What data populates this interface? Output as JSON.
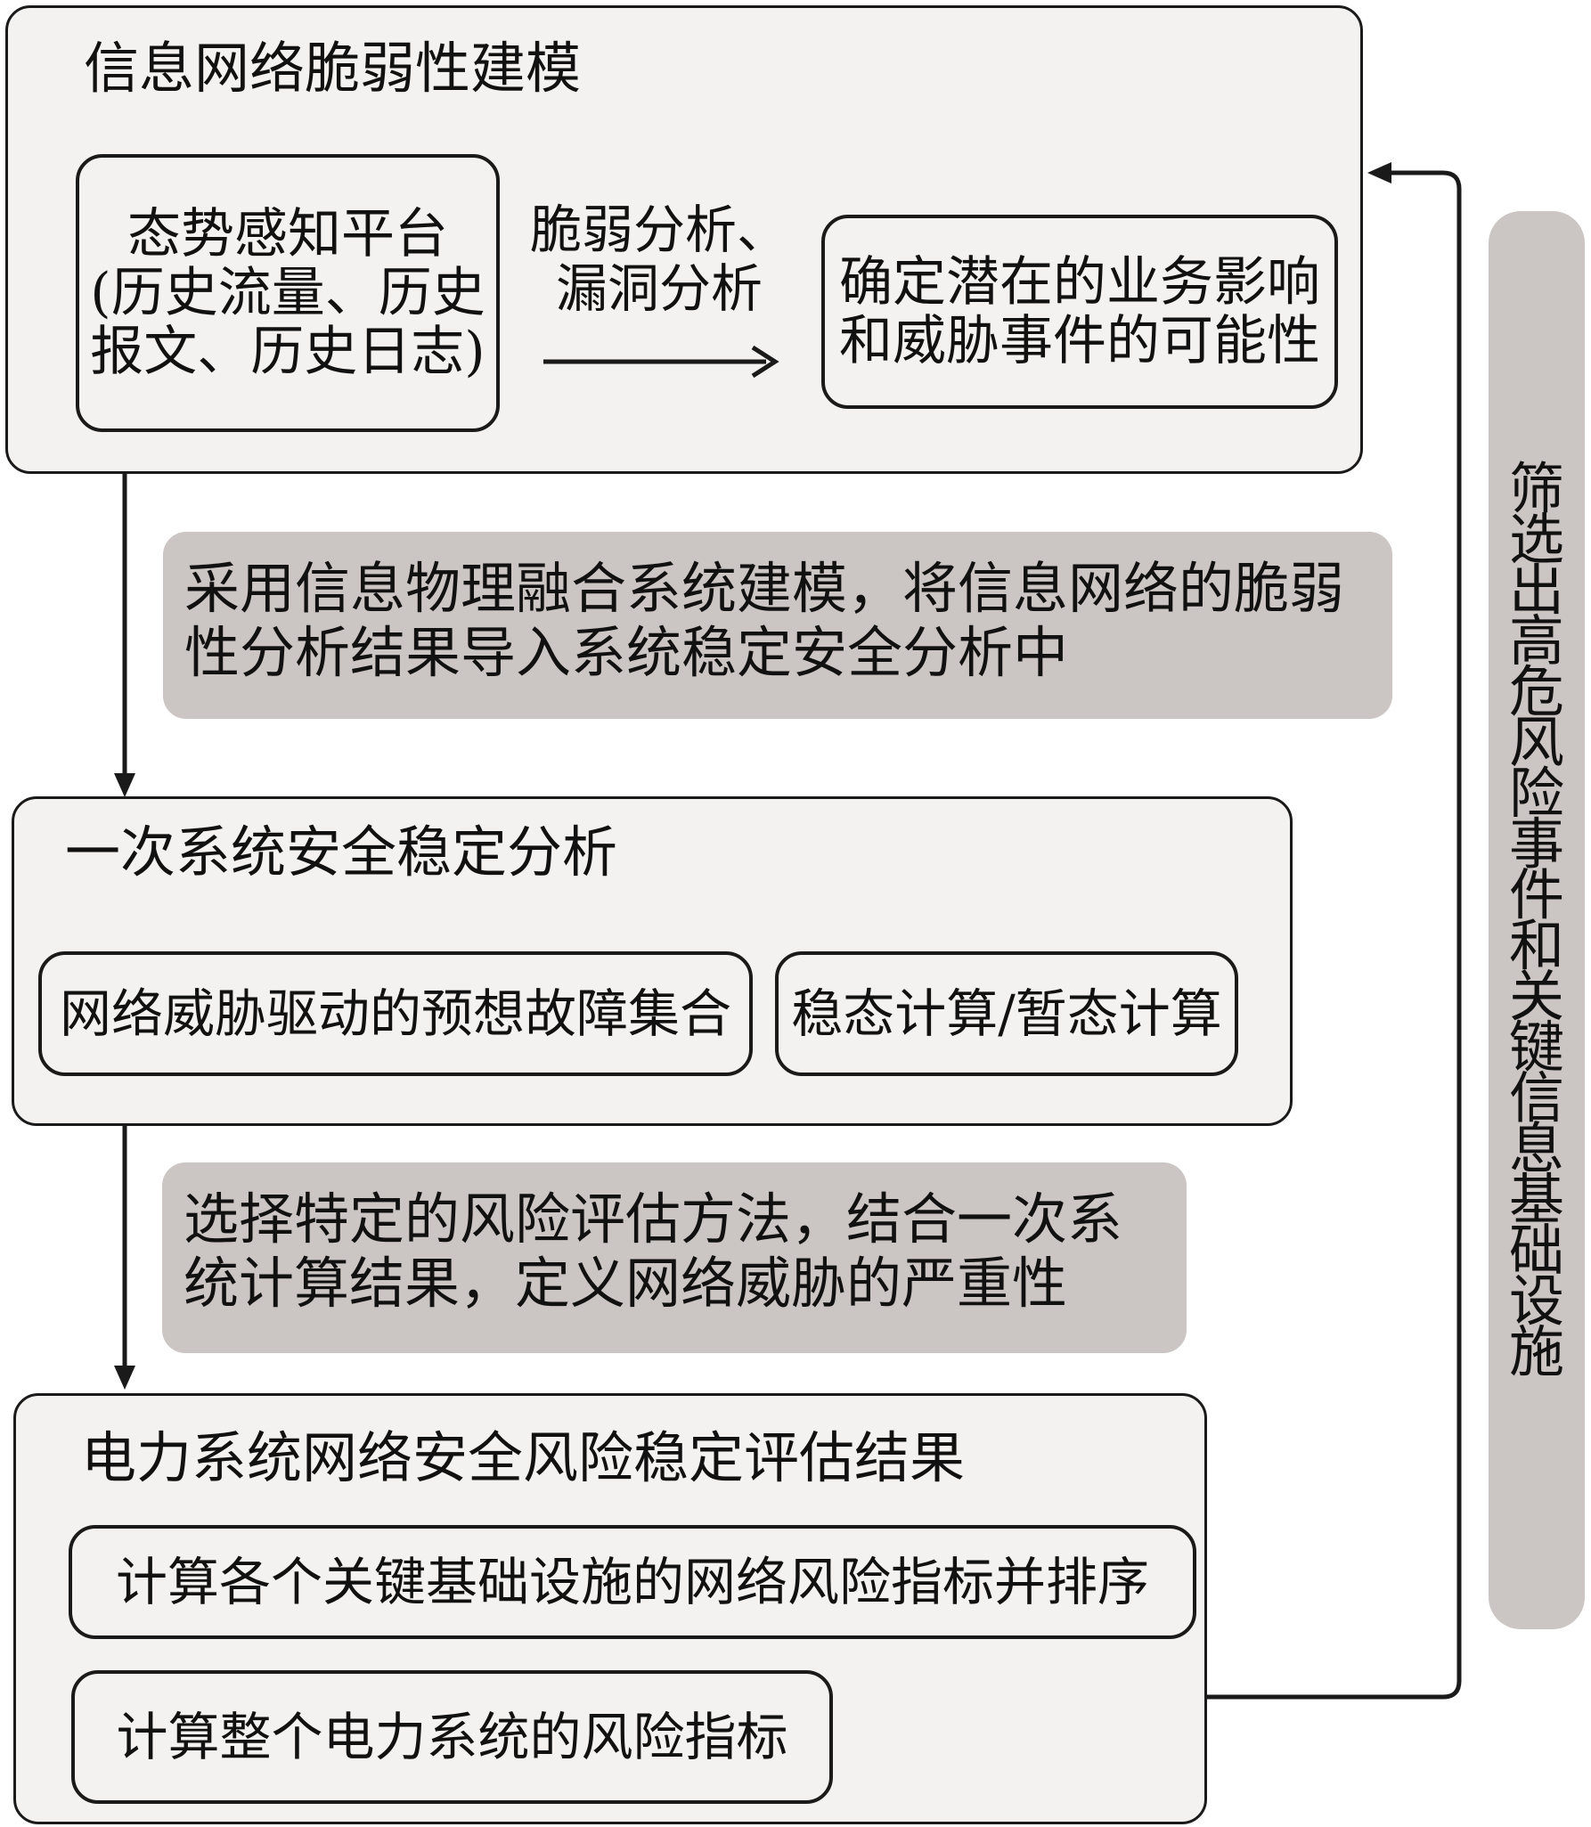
{
  "block1": {
    "title": "信息网络脆弱性建模",
    "platform": "态势感知平台\n(历史流量、历史\n报文、历史日志)",
    "arrow_label": "脆弱分析、\n漏洞分析",
    "result": "确定潜在的业务影响\n和威胁事件的可能性"
  },
  "note1": "采用信息物理融合系统建模，将信息网络的脆弱性分析结果导入系统稳定安全分析中",
  "block2": {
    "title": "一次系统安全稳定分析",
    "fault_set": "网络威胁驱动的预想故障集合",
    "calc": "稳态计算/暂态计算"
  },
  "note2": "选择特定的风险评估方法，结合一次系统计算结果，定义网络威胁的严重性",
  "block3": {
    "title": "电力系统网络安全风险稳定评估结果",
    "item1": "计算各个关键基础设施的网络风险指标并排序",
    "item2": "计算整个电力系统的风险指标"
  },
  "feedback": "筛选出高危风险事件和关键信息基础设施"
}
